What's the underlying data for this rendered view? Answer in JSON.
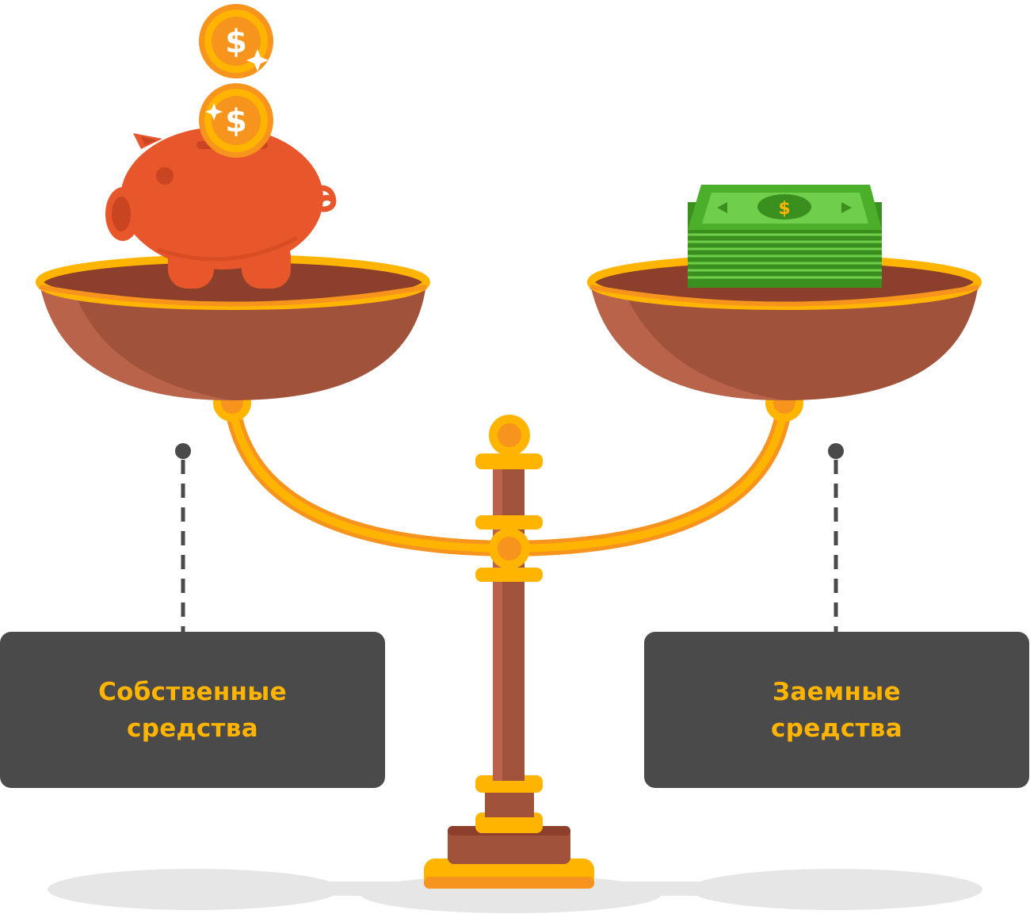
{
  "labels": {
    "left": {
      "line1": "Собственные",
      "line2": "средства"
    },
    "right": {
      "line1": "Заемные",
      "line2": "средства"
    }
  },
  "icons": {
    "coin_symbol": "$",
    "bill_symbol": "$"
  },
  "colors": {
    "label_bg": "#4a4a4a",
    "label_text": "#ffb400",
    "gold": "#ffb400",
    "gold_dark": "#f7941d",
    "bowl_brown": "#a0523a",
    "bowl_inner": "#8c3f2b",
    "pillar_brown": "#a0523a",
    "pig_orange": "#e8572b",
    "money_green": "#4caf2a",
    "shadow_grey": "#e6e6e6",
    "dashed_line": "#4a4a4a"
  }
}
